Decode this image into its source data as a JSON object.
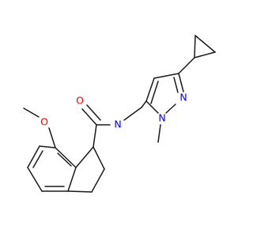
{
  "molecule": {
    "atoms": {
      "O_methoxy": {
        "label": "O",
        "color": "#ff0000"
      },
      "O_carbonyl": {
        "label": "O",
        "color": "#ff0000"
      },
      "N_amide": {
        "label": "N",
        "color": "#0000ff"
      },
      "N_pyrazole_1": {
        "label": "N",
        "color": "#0000ff"
      },
      "N_pyrazole_2": {
        "label": "N",
        "color": "#0000ff"
      }
    }
  }
}
